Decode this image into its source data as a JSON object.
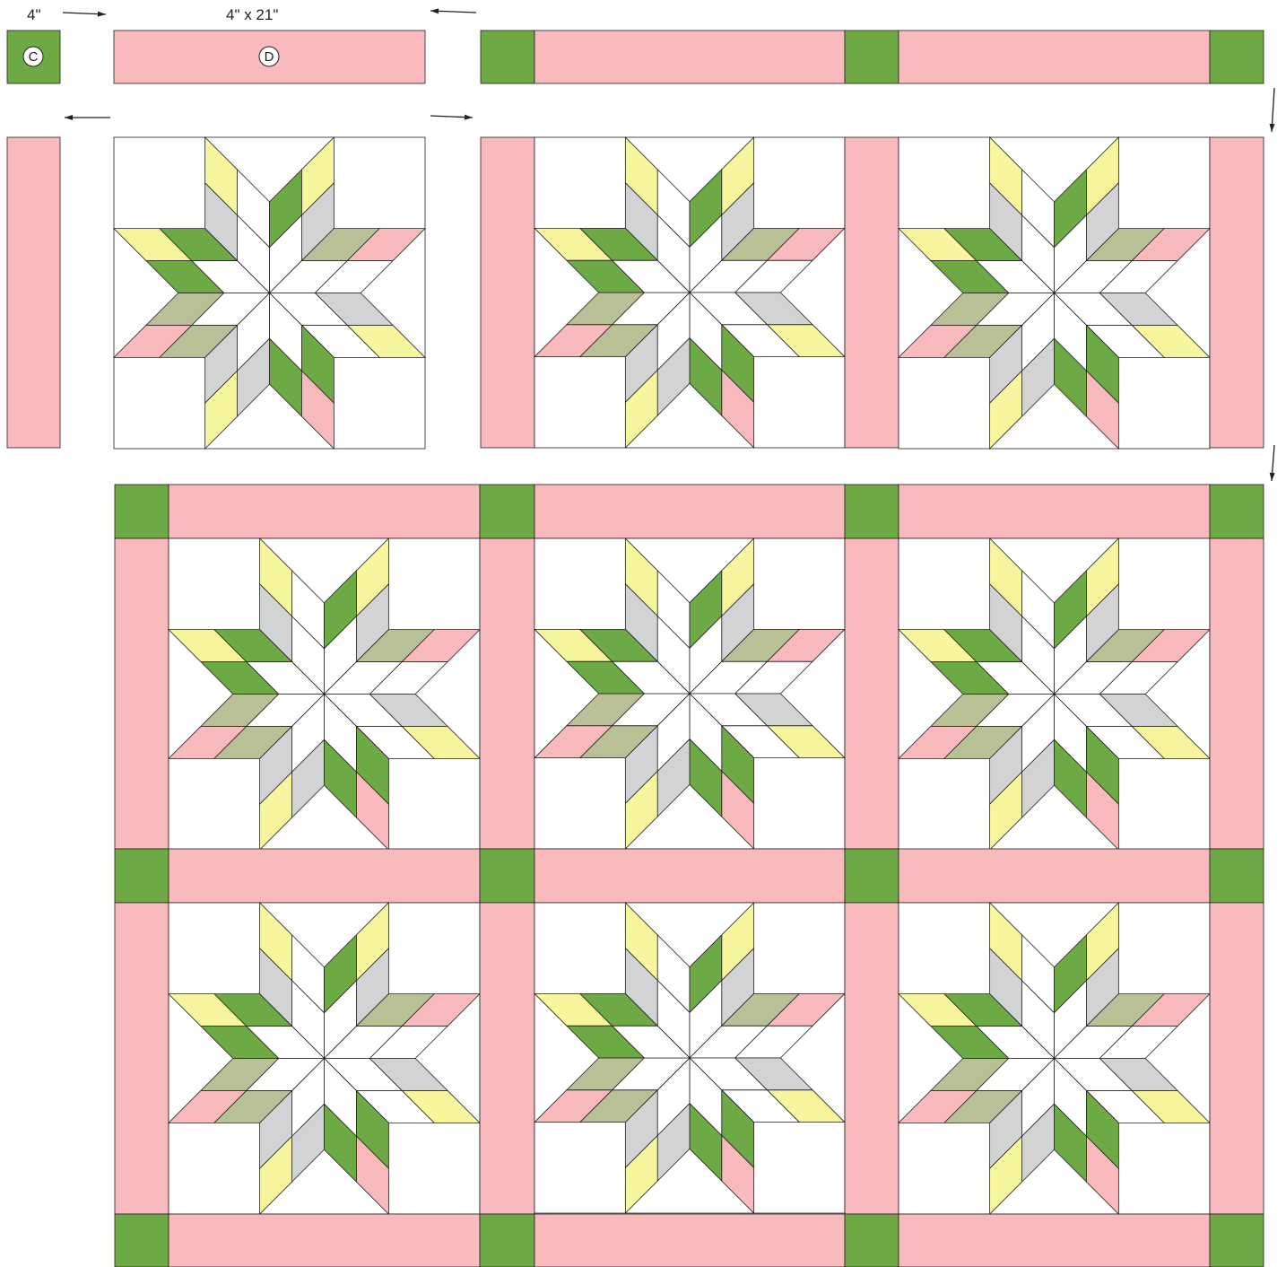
{
  "labels": {
    "square_size": "4\"",
    "strip_size": "4\" x 21\"",
    "square_letter": "C",
    "strip_letter": "D"
  },
  "colors": {
    "green": "#6da944",
    "pink": "#f8babd",
    "yellow": "#f7f59e",
    "gray": "#d1d3d4",
    "sage": "#b9c096",
    "white": "#ffffff",
    "outline": "#231f20"
  },
  "star_diamond_colors": {
    "up_left": [
      "yellow",
      "gray",
      "white",
      "white"
    ],
    "up_right": [
      "yellow",
      "green",
      "gray",
      "white"
    ],
    "right_up": [
      "pink",
      "sage",
      "white",
      "white"
    ],
    "right_down": [
      "yellow",
      "gray",
      "white",
      "white"
    ],
    "down_right": [
      "pink",
      "green",
      "green",
      "white"
    ],
    "down_left": [
      "yellow",
      "gray",
      "gray",
      "white"
    ],
    "left_down": [
      "pink",
      "sage",
      "sage",
      "white"
    ],
    "left_up": [
      "yellow",
      "green",
      "green",
      "white"
    ]
  },
  "quilt_layout": {
    "block_columns": 3,
    "block_rows": 2
  },
  "icons": [
    "arrow-right-icon",
    "arrow-left-icon",
    "arrow-down-icon"
  ]
}
